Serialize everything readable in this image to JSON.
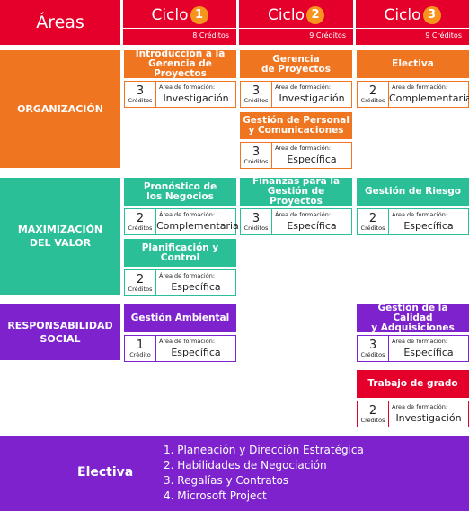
{
  "header": {
    "areas_title": "Áreas",
    "cycles": [
      {
        "label": "Ciclo",
        "number": "1",
        "credits": "8 Créditos"
      },
      {
        "label": "Ciclo",
        "number": "2",
        "credits": "9 Créditos"
      },
      {
        "label": "Ciclo",
        "number": "3",
        "credits": "9 Créditos"
      }
    ]
  },
  "rows": {
    "organizacion": "ORGANIZACIÓN",
    "maximizacion_1": "MAXIMIZACIÓN",
    "maximizacion_2": "DEL VALOR",
    "responsabilidad_1": "RESPONSABILIDAD",
    "responsabilidad_2": "SOCIAL"
  },
  "area_label": "Área de formación:",
  "courses": {
    "intro": {
      "t1": "Introducción a la",
      "t2": "Gerencia de Proyectos",
      "credits": "3",
      "credits_label": "Créditos",
      "area": "Investigación"
    },
    "gerencia": {
      "t1": "Gerencia",
      "t2": "de Proyectos",
      "credits": "3",
      "credits_label": "Créditos",
      "area": "Investigación"
    },
    "electiva": {
      "t1": "Electiva",
      "credits": "2",
      "credits_label": "Créditos",
      "area": "Complementaria"
    },
    "personal": {
      "t1": "Gestión de Personal",
      "t2": "y Comunicaciones",
      "credits": "3",
      "credits_label": "Créditos",
      "area": "Específica"
    },
    "pronostico": {
      "t1": "Pronóstico de",
      "t2": "los Negocios",
      "credits": "2",
      "credits_label": "Créditos",
      "area": "Complementaria"
    },
    "finanzas": {
      "t1": "Finanzas para la",
      "t2": "Gestión de Proyectos",
      "credits": "3",
      "credits_label": "Créditos",
      "area": "Específica"
    },
    "riesgo": {
      "t1": "Gestión de Riesgo",
      "credits": "2",
      "credits_label": "Créditos",
      "area": "Específica"
    },
    "planificacion": {
      "t1": "Planificación y",
      "t2": "Control",
      "credits": "2",
      "credits_label": "Créditos",
      "area": "Específica"
    },
    "ambiental": {
      "t1": "Gestión Ambiental",
      "credits": "1",
      "credits_label": "Crédito",
      "area": "Específica"
    },
    "calidad": {
      "t1": "Gestión de la Calidad",
      "t2": "y Adquisiciones",
      "credits": "3",
      "credits_label": "Créditos",
      "area": "Específica"
    },
    "grado": {
      "t1": "Trabajo de grado",
      "credits": "2",
      "credits_label": "Créditos",
      "area": "Investigación"
    }
  },
  "footer": {
    "label": "Electiva",
    "items": [
      "1. Planeación y Dirección Estratégica",
      "2. Habilidades de Negociación",
      "3. Regalías y Contratos",
      "4. Microsoft Project"
    ]
  },
  "colors": {
    "header_red": "#e4002b",
    "organizacion_orange": "#f07520",
    "maximizacion_teal": "#2bbf98",
    "responsabilidad_purple": "#7e22ce",
    "cycle_badge_orange": "#f7941d"
  }
}
